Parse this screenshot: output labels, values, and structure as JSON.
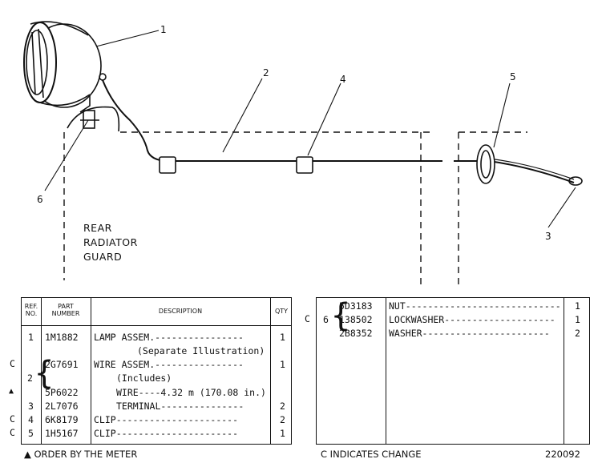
{
  "callouts": [
    "1",
    "2",
    "3",
    "4",
    "5",
    "6"
  ],
  "guard_label": [
    "REAR",
    "RADIATOR",
    "GUARD"
  ],
  "table_left": {
    "headers": {
      "ref": "REF. NO.",
      "part": "PART NUMBER",
      "desc": "DESCRIPTION",
      "qty": "QTY"
    },
    "rows": [
      {
        "mark": "",
        "ref": "1",
        "part": "1M1882",
        "desc": "LAMP ASSEM.----------------",
        "qty": "1"
      },
      {
        "mark": "",
        "ref": "",
        "part": "",
        "desc": "(Separate Illustration)",
        "qty": ""
      },
      {
        "mark": "C",
        "ref": "",
        "part": "2G7691",
        "desc": "WIRE ASSEM.----------------",
        "qty": "1"
      },
      {
        "mark": "",
        "ref": "2",
        "part": "",
        "desc": "(Includes)",
        "qty": ""
      },
      {
        "mark": "▲",
        "ref": "",
        "part": "5P6022",
        "desc": "WIRE----4.32 m (170.08 in.)",
        "qty": ""
      },
      {
        "mark": "",
        "ref": "3",
        "part": "2L7076",
        "desc": "TERMINAL---------------",
        "qty": "2"
      },
      {
        "mark": "C",
        "ref": "4",
        "part": "6K8179",
        "desc": "CLIP----------------------",
        "qty": "2"
      },
      {
        "mark": "C",
        "ref": "5",
        "part": "1H5167",
        "desc": "CLIP----------------------",
        "qty": "1"
      }
    ]
  },
  "table_right": {
    "mark": "C",
    "ref": "6",
    "rows": [
      {
        "part": "5D3183",
        "desc": "NUT----------------------------",
        "qty": "1"
      },
      {
        "part": "138502",
        "desc": "LOCKWASHER--------------------",
        "qty": "1"
      },
      {
        "part": "2B8352",
        "desc": "WASHER-----------------------",
        "qty": "2"
      }
    ]
  },
  "footer": {
    "order_note": "▲ ORDER BY THE METER",
    "change_note": "C INDICATES CHANGE",
    "code": "220092"
  }
}
